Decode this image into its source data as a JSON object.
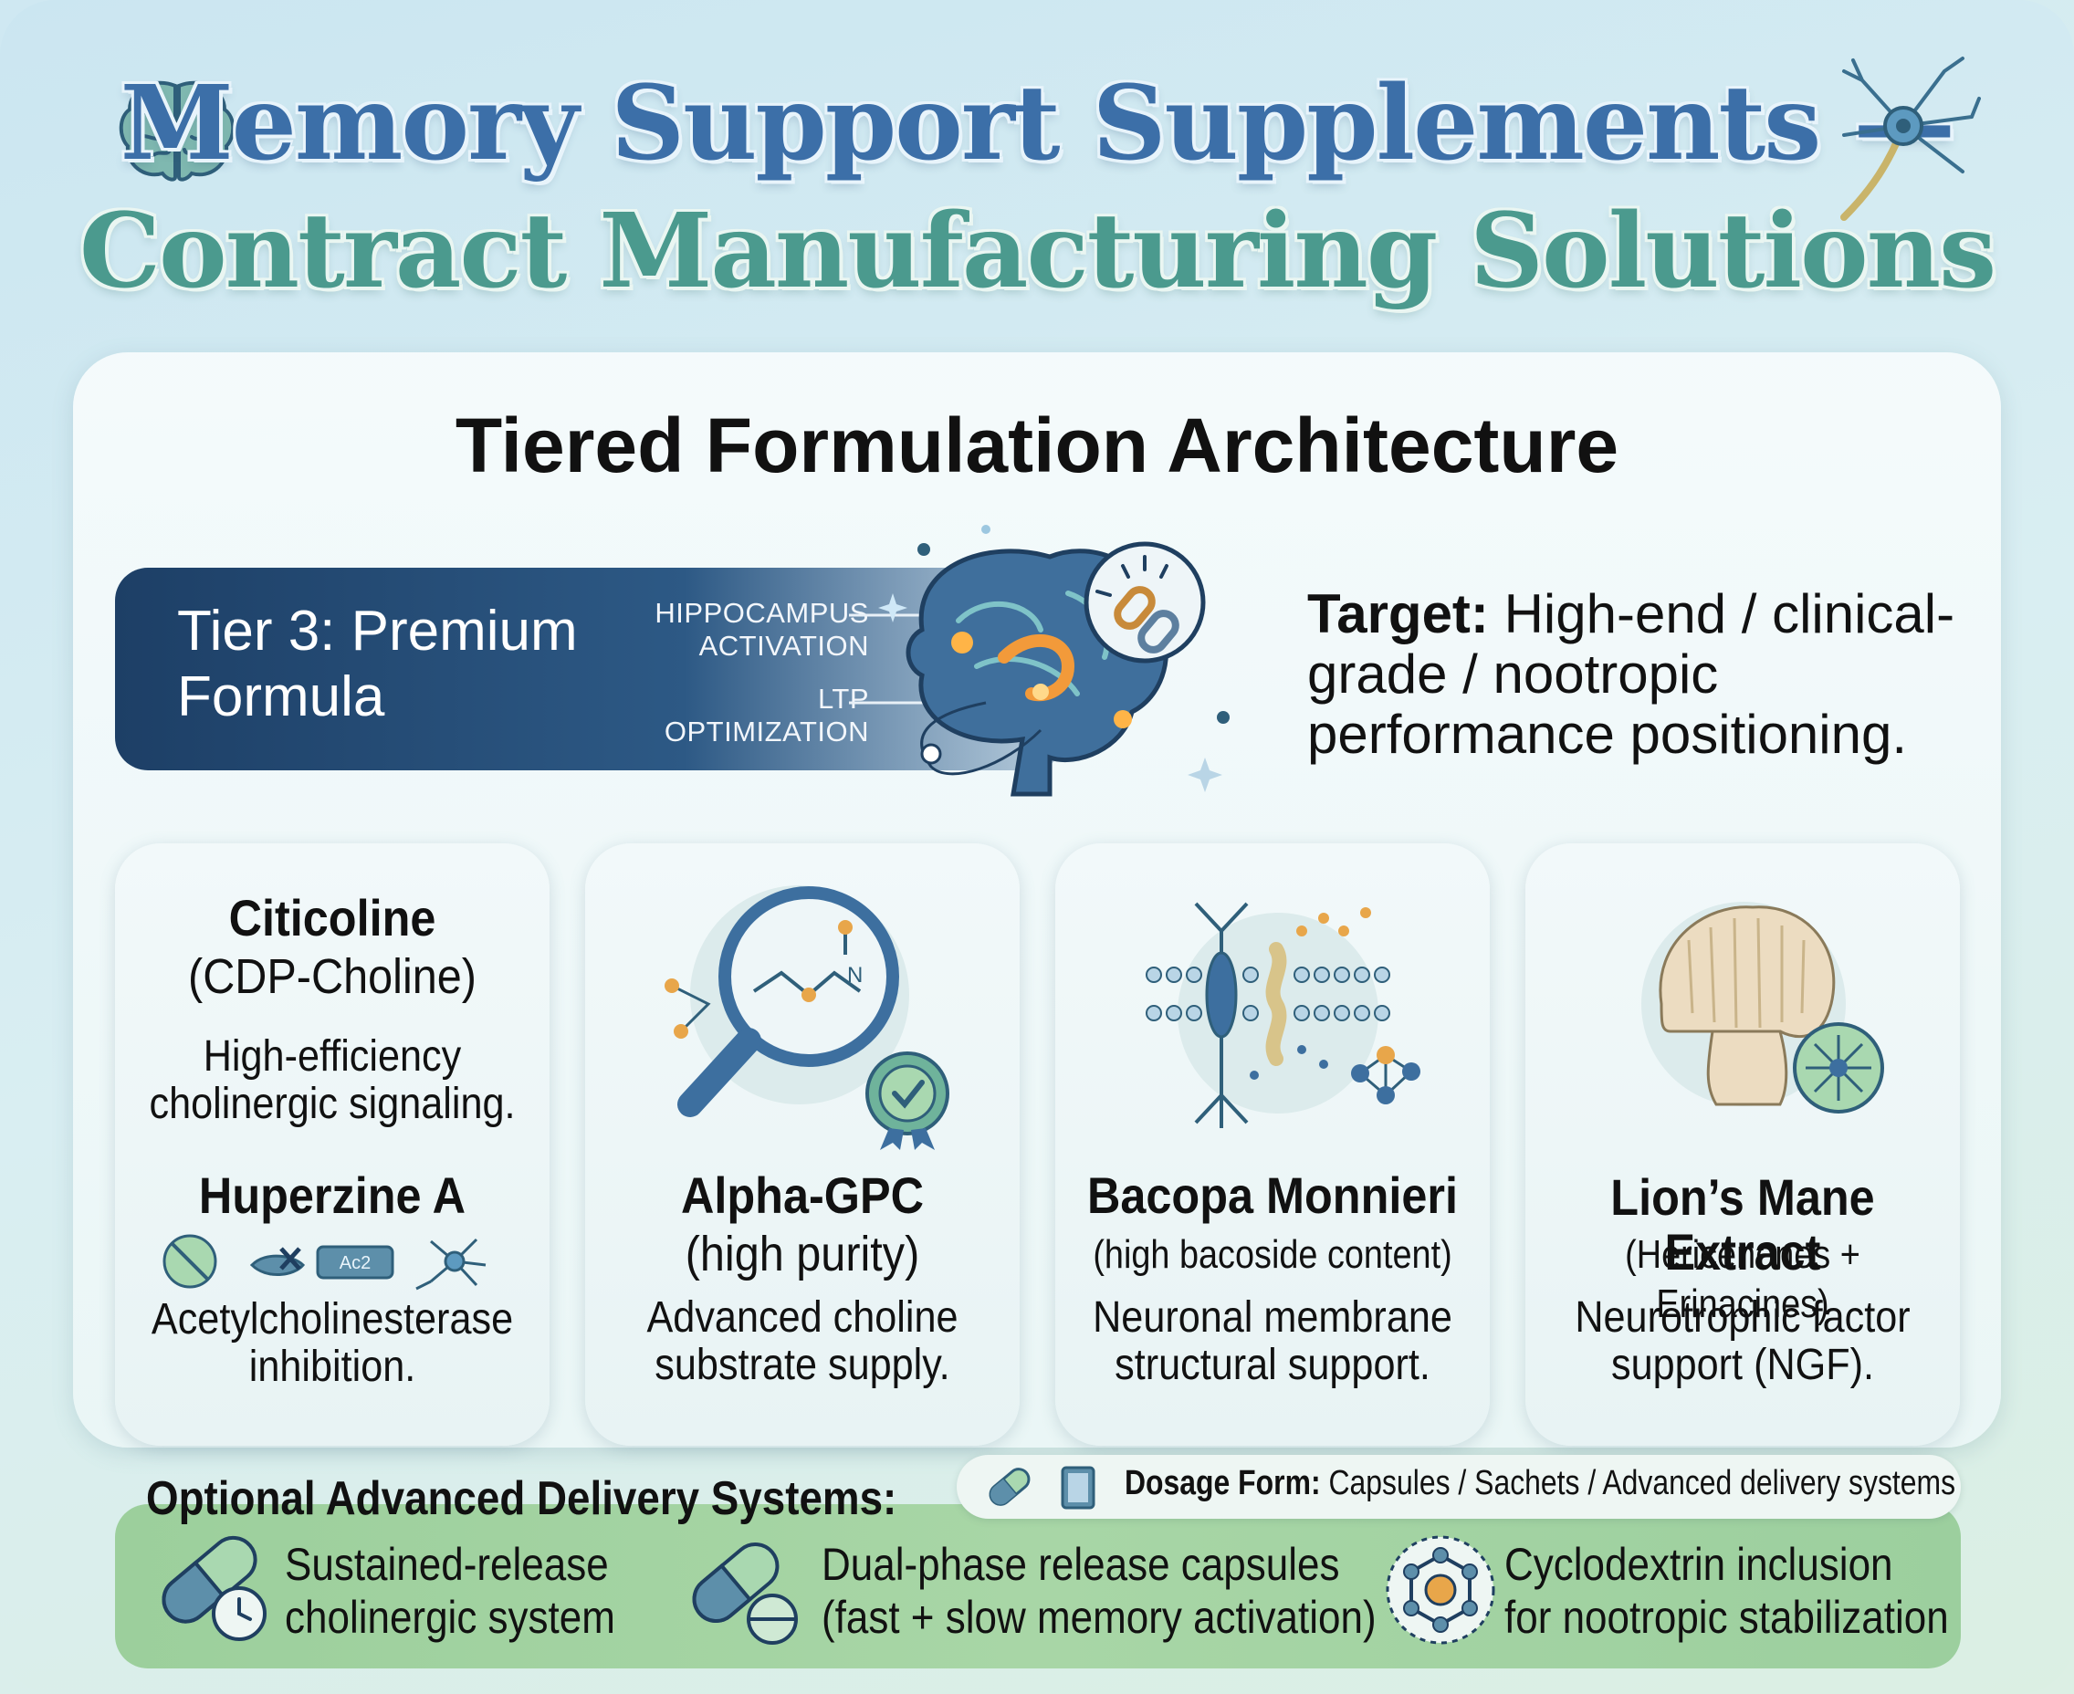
{
  "header": {
    "title_line1": "Memory Support Supplements —",
    "title_line2": "Contract Manufacturing Solutions"
  },
  "section": {
    "title": "Tiered Formulation Architecture"
  },
  "tier": {
    "label": "Tier 3: Premium Formula",
    "annotation_1": "HIPPOCAMPUS ACTIVATION",
    "annotation_2": "LTP OPTIMIZATION",
    "target_label": "Target:",
    "target_text": "High-end / clinical-grade / nootropic performance positioning."
  },
  "cards": [
    {
      "name_1": "Citicoline",
      "sub_1": "(CDP-Choline)",
      "desc_1": "High-efficiency cholinergic signaling.",
      "name_2": "Huperzine A",
      "icon_label": "Ac2",
      "desc_2": "Acetylcholinesterase inhibition."
    },
    {
      "name": "Alpha-GPC",
      "sub": "(high purity)",
      "molecule_label": "N",
      "desc": "Advanced choline substrate supply."
    },
    {
      "name": "Bacopa Monnieri",
      "sub": "(high bacoside content)",
      "desc": "Neuronal membrane structural support."
    },
    {
      "name": "Lion’s Mane Extract",
      "sub": "(Hericenones + Erinacines)",
      "desc": "Neurotrophic factor support (NGF)."
    }
  ],
  "delivery": {
    "heading": "Optional Advanced Delivery Systems:",
    "dosage_label": "Dosage Form:",
    "dosage_value": "Capsules / Sachets / Advanced delivery systems",
    "items": [
      {
        "line1": "Sustained-release",
        "line2": "cholinergic system"
      },
      {
        "line1": "Dual-phase release capsules",
        "line2": "(fast + slow memory activation)"
      },
      {
        "line1": "Cyclodextrin inclusion",
        "line2": "for nootropic stabilization"
      }
    ]
  },
  "colors": {
    "title_blue": "#3c6fa8",
    "title_teal": "#4b9a8e",
    "tier_navy": "#1d3f66",
    "delivery_green": "#a8d6a6"
  }
}
